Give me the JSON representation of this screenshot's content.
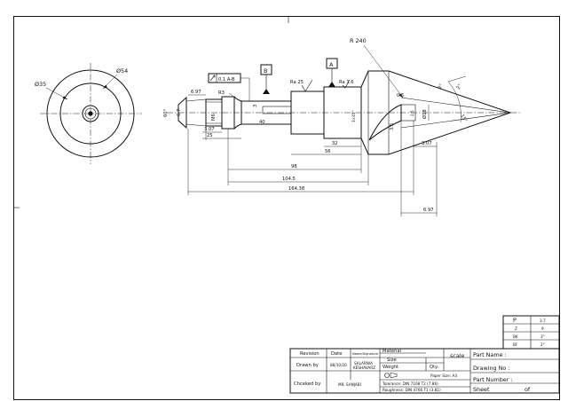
{
  "views": {
    "end_view": {
      "outer_dia": "Ø54",
      "inner_dia": "Ø35"
    },
    "side_view": {
      "labels": {
        "r240": "R 240",
        "datum_a": "A",
        "datum_b": "B",
        "ra25": "Ra 25",
        "ra16": "Ra 1.6",
        "tolerance_frame": "0.1 A-B",
        "r3": "R3",
        "m6": "M6",
        "three": "3",
        "chamfer": "3×45°",
        "d0_5": "0.5",
        "d18": "Ø18",
        "d2_5": "2.5",
        "d3_5": "3.5",
        "ang3": "3°",
        "ang2": "2°",
        "ang15": "15°"
      },
      "dims": {
        "d6_97": "6.97",
        "d60deg": "60°",
        "d6_7": "6.7",
        "d3_07": "3.07",
        "d25": "25",
        "d40": "40",
        "d32": "32",
        "d56": "56",
        "d3_07b": "3.07",
        "d98": "98",
        "d104_5": "104.5",
        "d164_38": "164.38",
        "d6_97b": "6.97"
      }
    }
  },
  "small_table": {
    "rows": [
      {
        "key": "P",
        "val": "3.7"
      },
      {
        "key": "Z",
        "val": "9"
      },
      {
        "key": "BK",
        "val": "3°"
      },
      {
        "key": "BF",
        "val": "2°"
      }
    ]
  },
  "title_block": {
    "revision": "Revision",
    "date": "Date",
    "name_signature": "Name/Signature",
    "material": "Material",
    "size": "Size",
    "scale": "scale",
    "drawn_by": "Drawn by",
    "drawn_date": "88/10/20",
    "drawn_name_1": "SALARNIA",
    "drawn_name_2": "KESHAVARZ",
    "weight": "Weight",
    "qty": "Qty.",
    "paper_size": "Paper Size: A3",
    "checked_by": "Chceked by",
    "checker": "MR. SANJABI",
    "tolerance": "Tolerance: DIN 7168 T2 (7.86)",
    "roughness": "Roughness: DIN 4766 T1 (3.81)",
    "part_name": "Part Name :",
    "drawing_no": "Drawing No :",
    "part_number": "Part Number :",
    "sheet": "Sheet",
    "of": "of"
  }
}
